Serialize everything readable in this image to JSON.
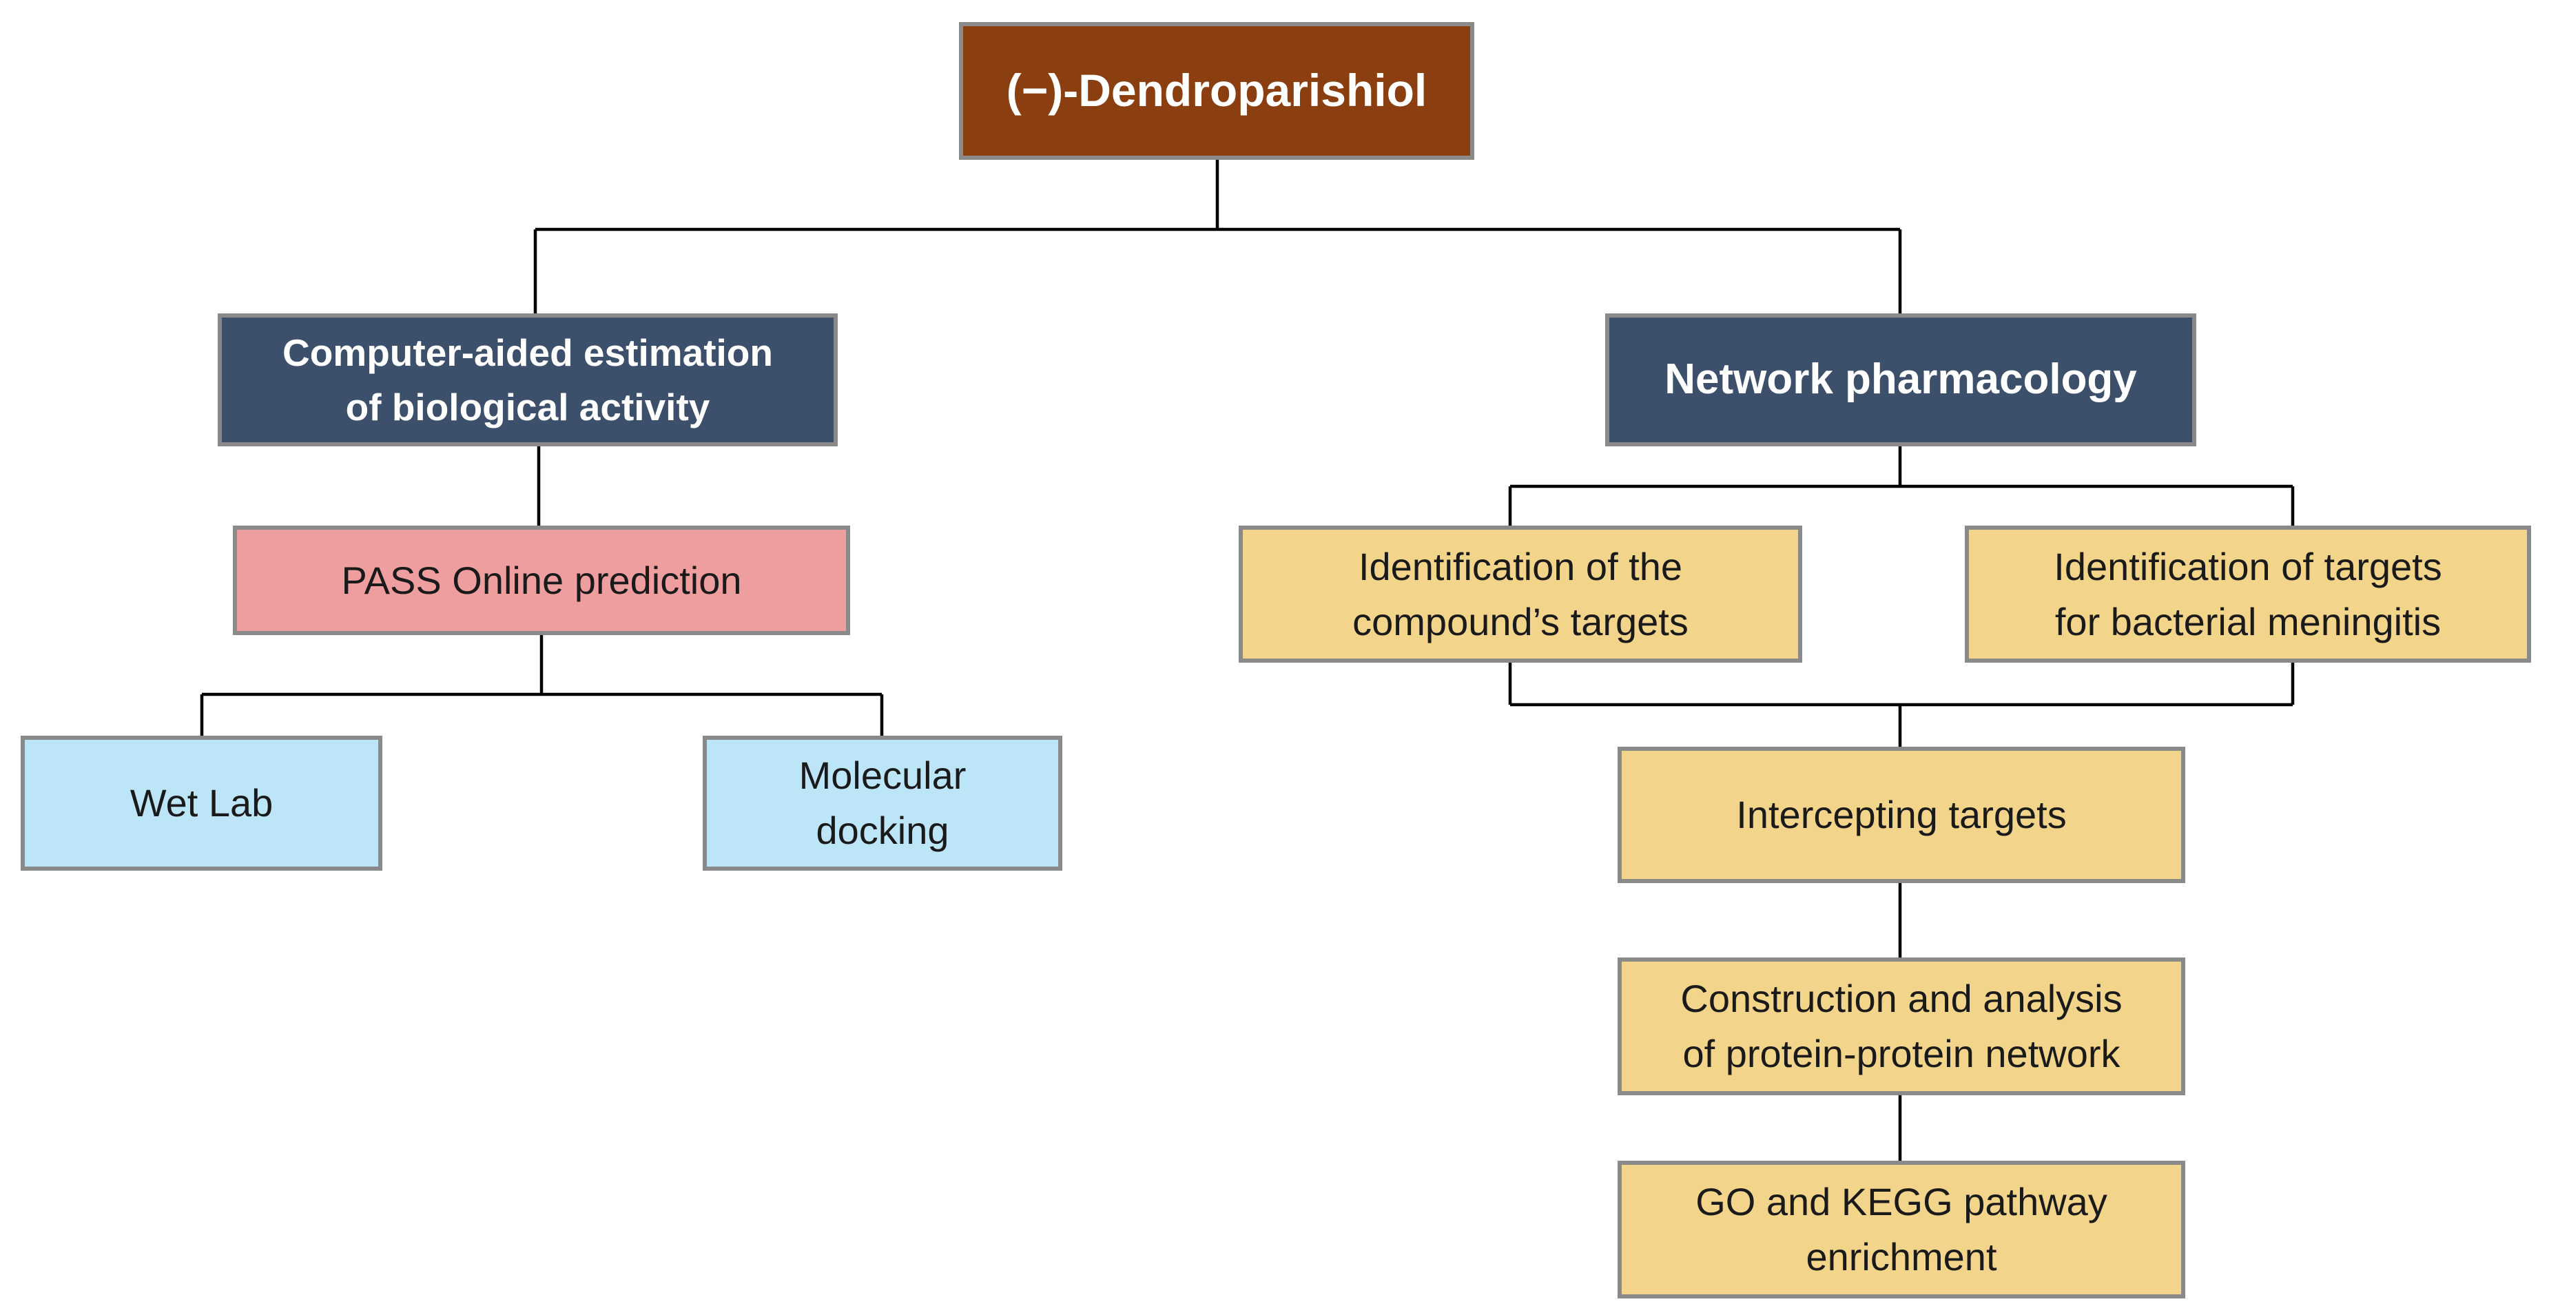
{
  "root": {
    "label": "(−)-Dendroparishiol"
  },
  "left_branch": {
    "title": "Computer-aided estimation\nof biological activity",
    "pass": "PASS Online prediction",
    "wet_lab": "Wet Lab",
    "docking": "Molecular\ndocking"
  },
  "right_branch": {
    "title": "Network pharmacology",
    "compound_targets": "Identification of the\ncompound’s targets",
    "meningitis_targets": "Identification of targets\nfor bacterial meningitis",
    "intercepting": "Intercepting targets",
    "ppi": "Construction and analysis\nof protein-protein network",
    "enrichment": "GO and KEGG pathway\nenrichment"
  },
  "colors": {
    "root": "#8b3e10",
    "navy": "#3d506b",
    "pink": "#ef9ea0",
    "blue": "#bde5f8",
    "yellow": "#f2d58b",
    "border": "#8a8a8a",
    "connector": "#000000"
  }
}
